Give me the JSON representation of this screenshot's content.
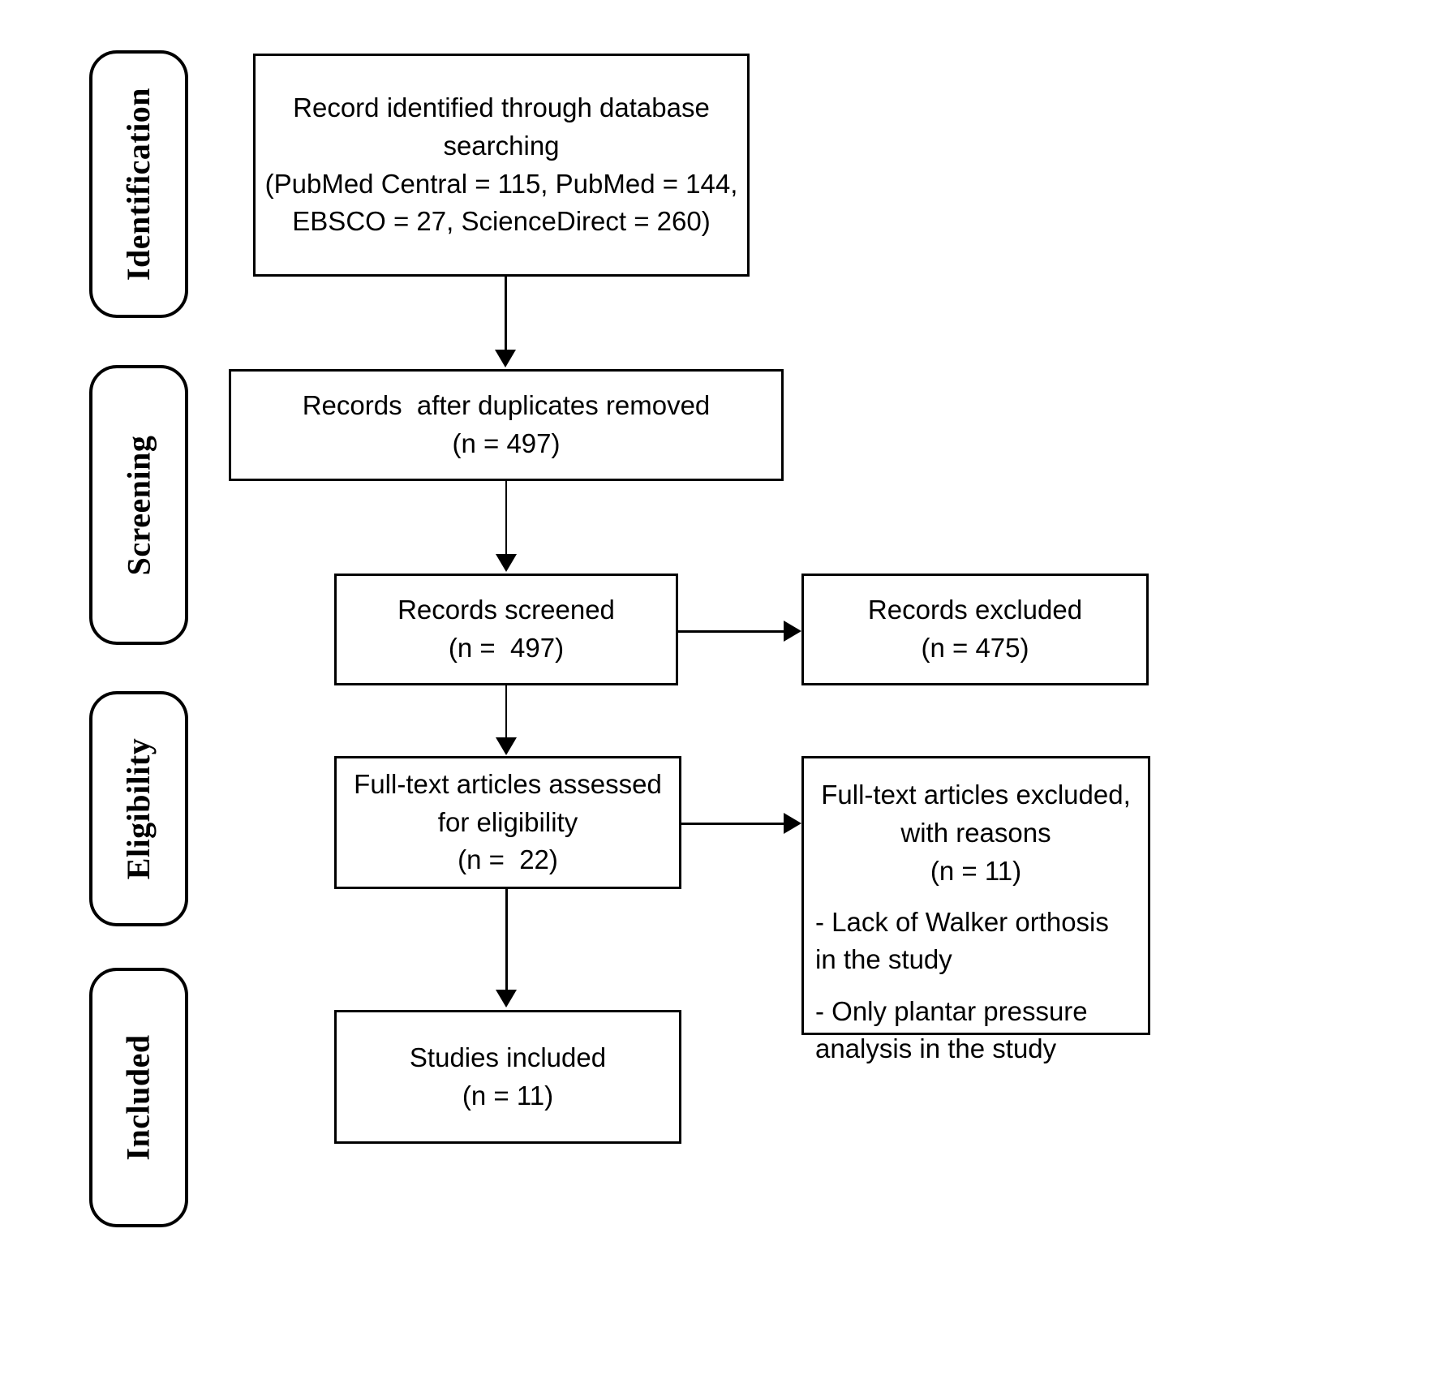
{
  "diagram": {
    "title": "PRISMA flow diagram",
    "stages": [
      {
        "id": "identification",
        "label": "Identification"
      },
      {
        "id": "screening",
        "label": "Screening"
      },
      {
        "id": "eligibility",
        "label": "Eligibility"
      },
      {
        "id": "included",
        "label": "Included"
      }
    ],
    "boxes": {
      "identified": {
        "lines": [
          "Record identified through database",
          "searching",
          "(PubMed Central = 115, PubMed = 144,",
          "EBSCO = 27, ScienceDirect = 260)"
        ]
      },
      "duplicates_removed": {
        "lines": [
          "Records  after duplicates removed",
          "(n = 497)"
        ]
      },
      "screened": {
        "lines": [
          "Records screened",
          "(n =  497)"
        ]
      },
      "records_excluded": {
        "lines": [
          "Records excluded",
          "(n = 475)"
        ]
      },
      "fulltext_assessed": {
        "lines": [
          "Full-text articles assessed",
          "for eligibility",
          "(n =  22)"
        ]
      },
      "fulltext_excluded": {
        "lines": [
          "Full-text articles excluded,",
          "with reasons",
          "(n = 11)"
        ],
        "reasons": [
          "- Lack of Walker orthosis\nin the study",
          "- Only plantar pressure\nanalysis in the study"
        ]
      },
      "studies_included": {
        "lines": [
          "Studies included",
          "(n = 11)"
        ]
      }
    },
    "colors": {
      "stroke": "#000000",
      "background": "#ffffff",
      "text": "#000000"
    },
    "counts": {
      "pubmed_central": 115,
      "pubmed": 144,
      "ebsco": 27,
      "sciencedirect": 260,
      "after_duplicates": 497,
      "screened": 497,
      "records_excluded": 475,
      "fulltext_assessed": 22,
      "fulltext_excluded": 11,
      "studies_included": 11
    }
  }
}
